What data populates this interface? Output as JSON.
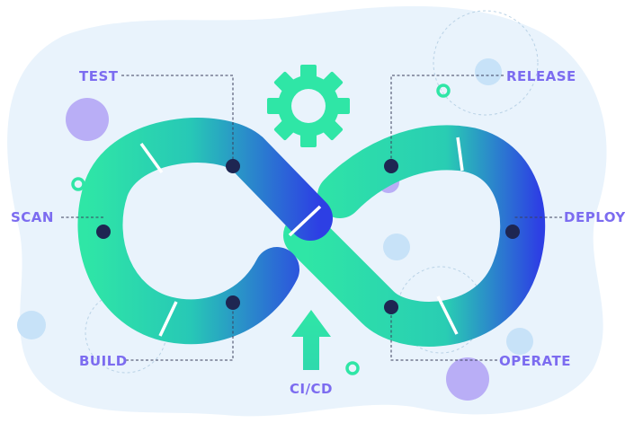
{
  "diagram": {
    "stages": [
      {
        "id": "test",
        "label": "TEST"
      },
      {
        "id": "release",
        "label": "RELEASE"
      },
      {
        "id": "scan",
        "label": "SCAN"
      },
      {
        "id": "deploy",
        "label": "DEPLOY"
      },
      {
        "id": "build",
        "label": "BUILD"
      },
      {
        "id": "operate",
        "label": "OPERATE"
      }
    ],
    "center_label": "CI/CD",
    "icons": [
      "gear-icon",
      "up-arrow-icon"
    ]
  },
  "colors": {
    "background_blob": "#e9f3fc",
    "label_text": "#7c6cf0",
    "green": "#2fe6a6",
    "blue": "#2f3fe0",
    "node": "#1e2652",
    "purple_circle": "#b9aef6",
    "light_blue_circle": "#c7e2f8"
  }
}
